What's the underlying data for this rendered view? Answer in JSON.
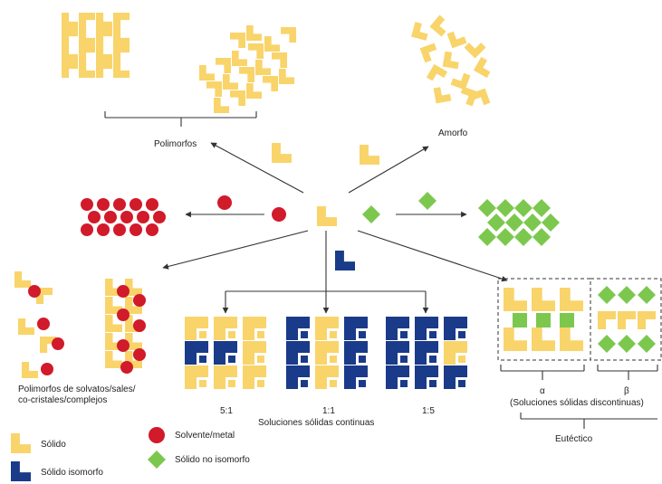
{
  "labels": {
    "polymorphs": "Polimorfos",
    "amorphous": "Amorfo",
    "solvates": "Polimorfos de solvatos/sales/",
    "solvates2": "co-cristales/complejos",
    "ratio_5_1": "5:1",
    "ratio_1_1": "1:1",
    "ratio_1_5": "1:5",
    "continuous": "Soluciones sólidas continuas",
    "alpha": "α",
    "beta": "β",
    "discontinuous": "(Soluciones sólidas discontinuas)",
    "eutectic": "Eutéctico"
  },
  "legend": {
    "solid": "Sólido",
    "isomorph": "Sólido isomorfo",
    "solvent": "Solvente/metal",
    "non_isomorph": "Sólido no isomorfo"
  },
  "colors": {
    "solid": "#F8D46A",
    "isomorph": "#1A3A8A",
    "solvent": "#D11A2A",
    "non_isomorph": "#7CC84F",
    "line": "#333333"
  },
  "icons": [
    "l-shape-solid-icon",
    "l-shape-isomorph-icon",
    "red-circle-icon",
    "green-diamond-icon"
  ]
}
